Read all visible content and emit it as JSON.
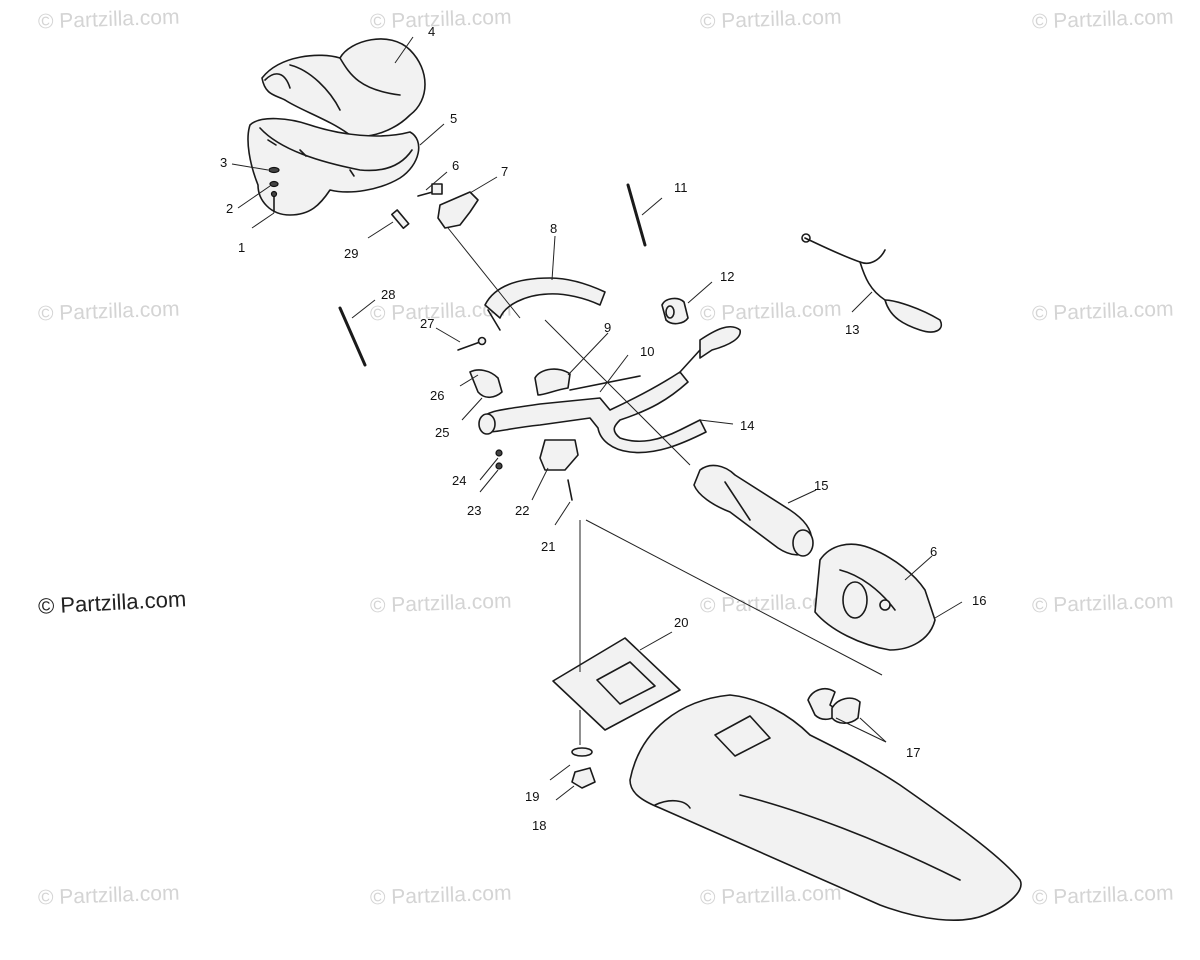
{
  "watermark": {
    "text": "© Partzilla.com",
    "main_text": "© Partzilla.com"
  },
  "callouts": [
    {
      "id": "c1",
      "label": "1"
    },
    {
      "id": "c2",
      "label": "2"
    },
    {
      "id": "c3",
      "label": "3"
    },
    {
      "id": "c4",
      "label": "4"
    },
    {
      "id": "c5",
      "label": "5"
    },
    {
      "id": "c6a",
      "label": "6"
    },
    {
      "id": "c7",
      "label": "7"
    },
    {
      "id": "c8",
      "label": "8"
    },
    {
      "id": "c9",
      "label": "9"
    },
    {
      "id": "c10",
      "label": "10"
    },
    {
      "id": "c11",
      "label": "11"
    },
    {
      "id": "c12",
      "label": "12"
    },
    {
      "id": "c13",
      "label": "13"
    },
    {
      "id": "c14",
      "label": "14"
    },
    {
      "id": "c15",
      "label": "15"
    },
    {
      "id": "c6b",
      "label": "6"
    },
    {
      "id": "c16",
      "label": "16"
    },
    {
      "id": "c17",
      "label": "17"
    },
    {
      "id": "c18",
      "label": "18"
    },
    {
      "id": "c19",
      "label": "19"
    },
    {
      "id": "c20",
      "label": "20"
    },
    {
      "id": "c21",
      "label": "21"
    },
    {
      "id": "c22",
      "label": "22"
    },
    {
      "id": "c23",
      "label": "23"
    },
    {
      "id": "c24",
      "label": "24"
    },
    {
      "id": "c25",
      "label": "25"
    },
    {
      "id": "c26",
      "label": "26"
    },
    {
      "id": "c27",
      "label": "27"
    },
    {
      "id": "c28",
      "label": "28"
    },
    {
      "id": "c29",
      "label": "29"
    }
  ]
}
